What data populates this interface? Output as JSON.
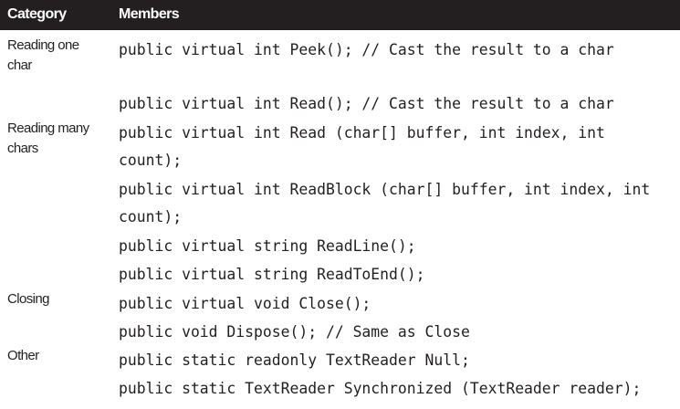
{
  "header": {
    "category": "Category",
    "members": "Members"
  },
  "rows": [
    {
      "category": "Reading one char",
      "member": "public virtual int Peek(); // Cast the result to a char"
    },
    {
      "category": "",
      "member": "public virtual int Read(); // Cast the result to a char"
    },
    {
      "category": "Reading many chars",
      "member": "public virtual int Read (char[] buffer, int index, int\ncount);"
    },
    {
      "category": "",
      "member": "public virtual int ReadBlock (char[] buffer, int index, int\ncount);"
    },
    {
      "category": "",
      "member": "public virtual string ReadLine();"
    },
    {
      "category": "",
      "member": "public virtual string ReadToEnd();"
    },
    {
      "category": "Closing",
      "member": "public virtual void Close();"
    },
    {
      "category": "",
      "member": "public void Dispose(); // Same as Close"
    },
    {
      "category": "Other",
      "member": "public static readonly TextReader Null;"
    },
    {
      "category": "",
      "member": "public static TextReader Synchronized (TextReader reader);"
    }
  ]
}
